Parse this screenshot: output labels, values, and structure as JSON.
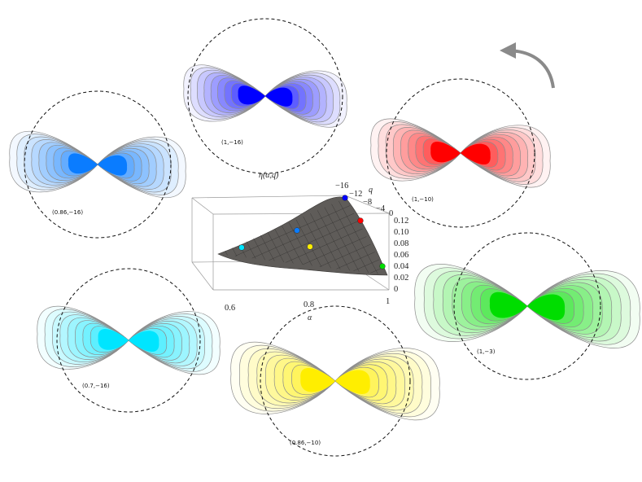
{
  "figure": {
    "surface_title": "η(α,q)",
    "axis_alpha": {
      "label": "α",
      "ticks": [
        "0.6",
        "0.8",
        "1"
      ]
    },
    "axis_q": {
      "label": "q",
      "ticks": [
        "−16",
        "−12",
        "−8",
        "−4",
        "0"
      ]
    },
    "axis_eta": {
      "ticks": [
        "0.12",
        "0.10",
        "0.08",
        "0.06",
        "0.04",
        "0.02",
        "0"
      ]
    },
    "rotation_arrow": "curved-arrow-icon",
    "lobe_panels": [
      {
        "id": "blue",
        "label": "(1,−16)",
        "color": "#0000ff",
        "alpha": 1.0,
        "q": -16
      },
      {
        "id": "lightblue",
        "label": "(0.86,−16)",
        "color": "#0a7cff",
        "alpha": 0.86,
        "q": -16
      },
      {
        "id": "red",
        "label": "(1,−10)",
        "color": "#ff0000",
        "alpha": 1.0,
        "q": -10
      },
      {
        "id": "cyan",
        "label": "(0.7,−16)",
        "color": "#00e5ff",
        "alpha": 0.7,
        "q": -16
      },
      {
        "id": "green",
        "label": "(1,−3)",
        "color": "#00dd00",
        "alpha": 1.0,
        "q": -3
      },
      {
        "id": "yellow",
        "label": "(0.86,−10)",
        "color": "#ffee00",
        "alpha": 0.86,
        "q": -10
      }
    ]
  }
}
